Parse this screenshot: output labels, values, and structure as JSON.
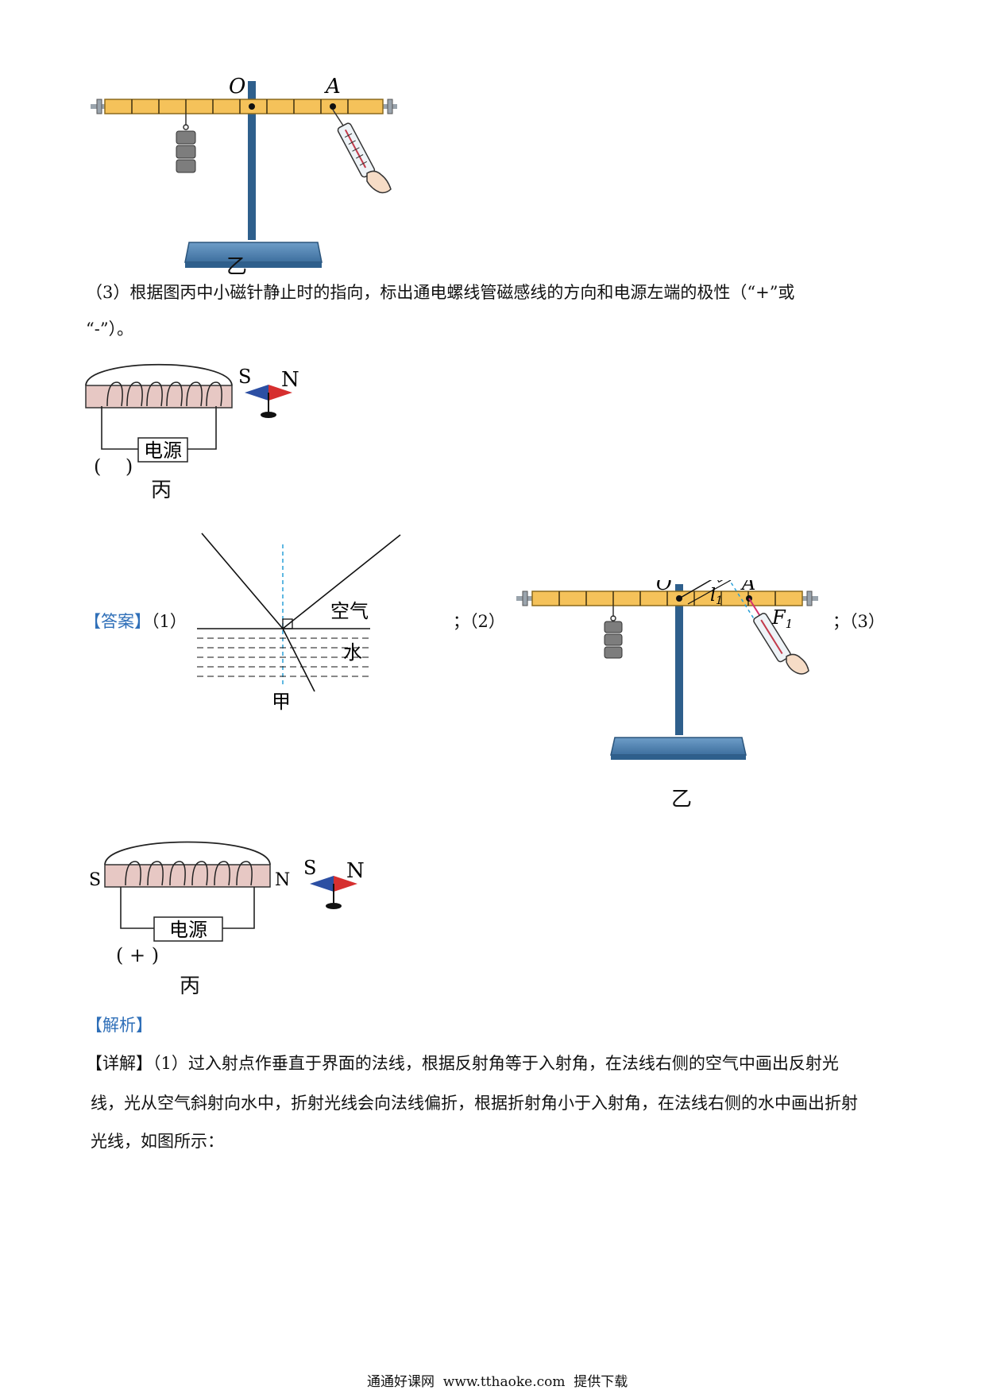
{
  "figures": {
    "lever": {
      "point_o": "O",
      "point_a": "A",
      "caption": "乙"
    },
    "lever_answer": {
      "point_o": "O",
      "point_a": "A",
      "arm_label": "l",
      "arm_sub": "1",
      "force_label": "F",
      "force_sub": "1",
      "caption": "乙"
    },
    "solenoid": {
      "needle_s": "S",
      "needle_n": "N",
      "power_label": "电源",
      "polarity": "(    )",
      "caption": "丙"
    },
    "solenoid_answer": {
      "left_pole": "S",
      "right_pole": "N",
      "needle_s": "S",
      "needle_n": "N",
      "power_label": "电源",
      "polarity": "( + )",
      "caption": "丙"
    },
    "refraction": {
      "air_label": "空气",
      "water_label": "水",
      "caption": "甲"
    }
  },
  "question3": {
    "line1": "（3）根据图丙中小磁针静止时的指向，标出通电螺线管磁感线的方向和电源左端的极性（“+”或",
    "line2": "“-”）。"
  },
  "answer": {
    "tag": "【答案】",
    "part1": "（1）",
    "part2": "；（2）",
    "part3": "；（3）"
  },
  "analysis": {
    "tag": "【解析】",
    "detail_tag": "【详解】",
    "line1": "（1）过入射点作垂直于界面的法线，根据反射角等于入射角，在法线右侧的空气中画出反射光",
    "line2": "线，光从空气斜射向水中，折射光线会向法线偏折，根据折射角小于入射角，在法线右侧的水中画出折射",
    "line3": "光线，如图所示："
  },
  "footer": "通通好课网  www.tthaoke.com  提供下载"
}
